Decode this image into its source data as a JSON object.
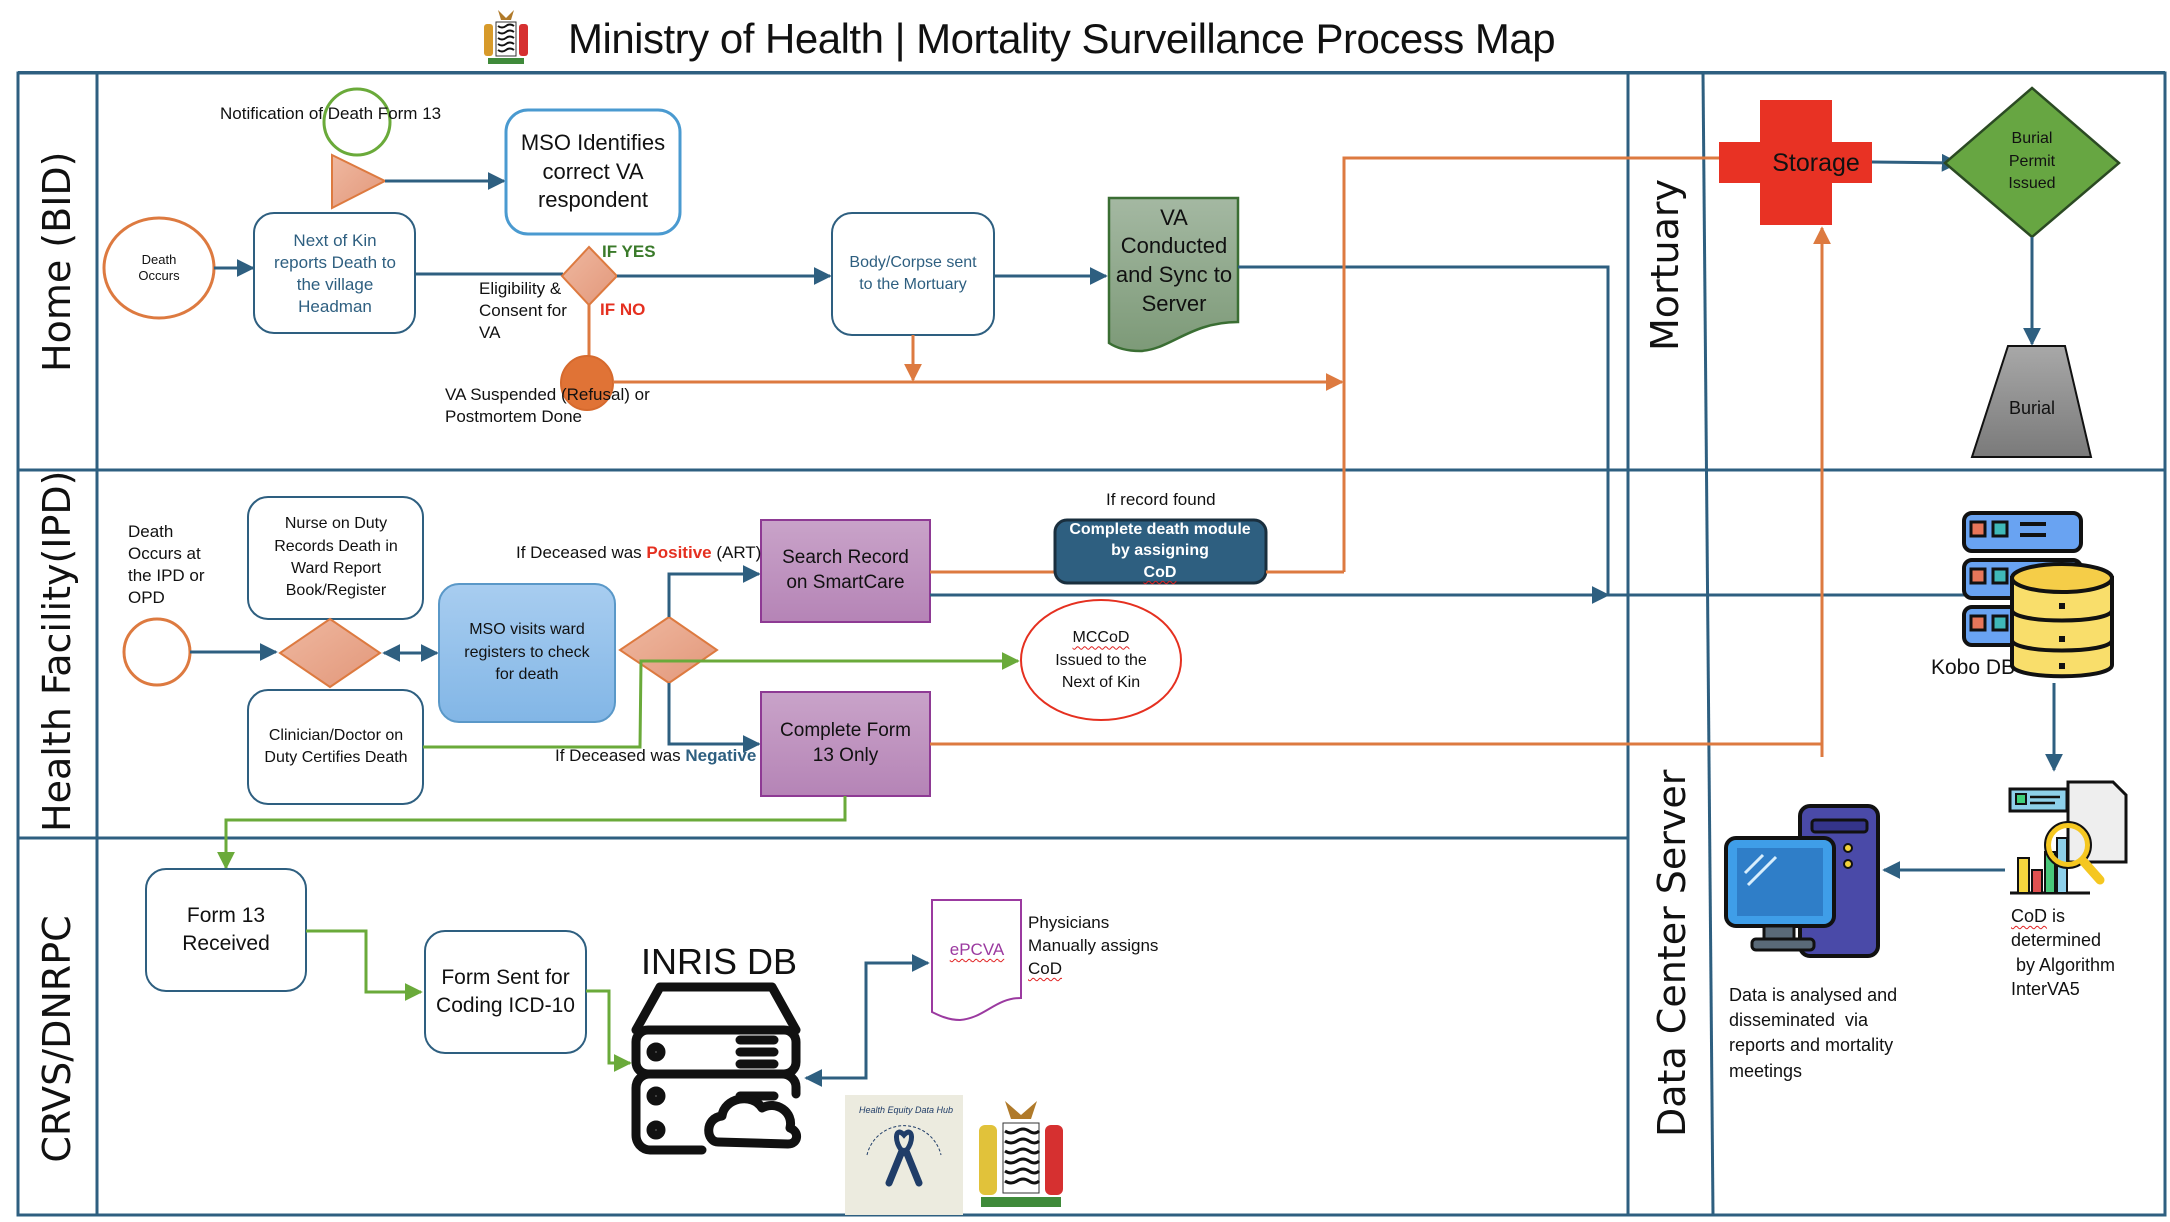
{
  "header": {
    "title": "Ministry of Health | Mortality Surveillance Process Map",
    "logo": "zambia-coat-of-arms"
  },
  "lanes": {
    "home": "Home (BID)",
    "health_facility": "Health Facility(IPD)",
    "crvs": "CRVS/DNRPC",
    "mortuary": "Mortuary",
    "data_center": "Data Center Server"
  },
  "home": {
    "death_occurs": "Death Occurs",
    "notification_label": "Notification of Death Form 13",
    "next_of_kin": "Next of Kin reports Death to the village Headman",
    "mso_identifies": "MSO Identifies correct VA respondent",
    "eligibility_label": "Eligibility & Consent for VA",
    "if_yes": "IF YES",
    "if_no": "IF NO",
    "va_suspended": "VA Suspended (Refusal) or Postmortem Done",
    "body_sent": "Body/Corpse sent to the Mortuary",
    "va_conducted": "VA Conducted and Sync to Server"
  },
  "mortuary": {
    "storage": "Storage",
    "burial_permit": "Burial Permit Issued",
    "burial": "Burial"
  },
  "health_facility": {
    "death_occurs": "Death Occurs at the IPD or OPD",
    "nurse": "Nurse on Duty Records Death in Ward Report Book/Register",
    "clinician": "Clinician/Doctor on Duty Certifies Death",
    "mso_visits": "MSO visits ward registers to check for death",
    "if_positive_prefix": "If Deceased was ",
    "if_positive_word": "Positive",
    "if_positive_suffix": " (ART)",
    "if_negative_prefix": "If Deceased was ",
    "if_negative_word": "Negative",
    "search_record": "Search Record on SmartCare",
    "record_found": "If record found",
    "complete_death_module_1": "Complete death module by assigning",
    "complete_death_module_2": "CoD",
    "mccod_1": "MCCoD",
    "mccod_2": "Issued to the Next of Kin",
    "complete_form13": "Complete Form 13 Only"
  },
  "crvs": {
    "form13_received": "Form 13 Received",
    "form_sent": "Form Sent for Coding ICD-10",
    "inris_db": "INRIS DB",
    "epcva": "ePCVA",
    "physicians_1": "Physicians",
    "physicians_2": "Manually assigns",
    "physicians_3": "CoD",
    "logos": [
      "health-equity-data-hub-logo",
      "zambia-coat-of-arms"
    ],
    "logo_text": "Health Equity Data Hub"
  },
  "data_center": {
    "kobo_db": "Kobo DB",
    "cod_determined_1": "CoD",
    "cod_determined_2": " is",
    "cod_determined_3": "determined",
    "cod_determined_4": " by Algorithm",
    "cod_determined_5": "InterVA5",
    "data_analysed": "Data is analysed and  disseminated  via reports and mortality meetings"
  },
  "colors": {
    "lane_border": "#2e5f80",
    "flow_blue": "#2e5f80",
    "flow_orange": "#dd7a40",
    "flow_green": "#6aaa3a",
    "diamond_fill": "#e8a58a",
    "purple_box": "#c39bc4",
    "storage_red": "#e83224",
    "permit_green": "#67a642",
    "va_green": "#8fa98d",
    "burial_gray": "#8c8c8c",
    "positive_red": "#e53020",
    "negative_blue": "#2e5f80",
    "yes_green": "#3a7a2a",
    "no_red": "#e53020"
  }
}
